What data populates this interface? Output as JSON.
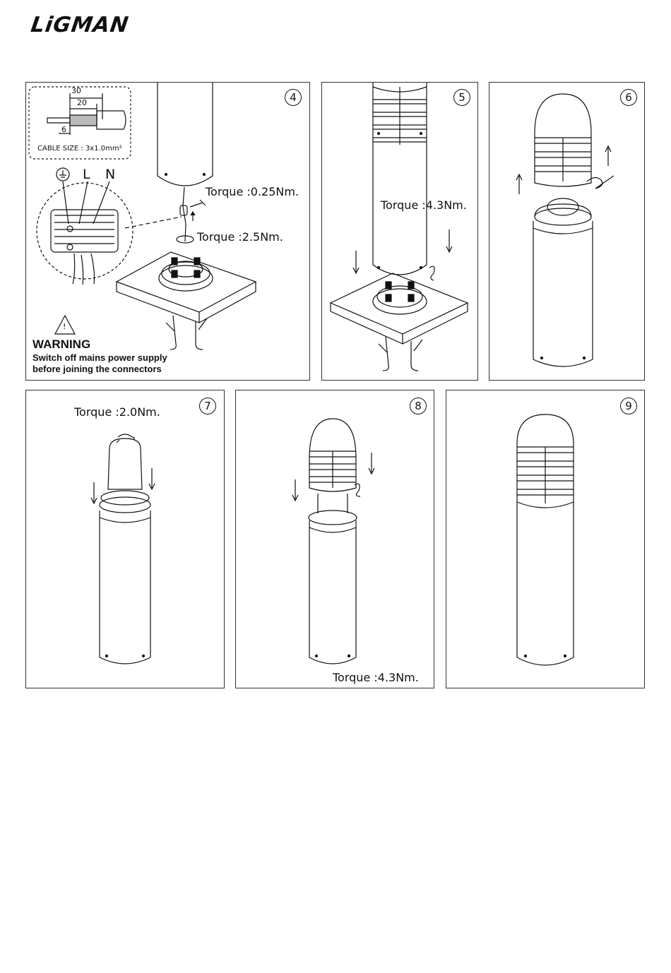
{
  "brand": {
    "logo_text": "LiGMAN"
  },
  "panels": {
    "p4": {
      "step": "4",
      "cable": {
        "dim_30": "30",
        "dim_20": "20",
        "dim_6": "6",
        "cable_size": "CABLE SIZE : 3x1.0mm²"
      },
      "terminals": {
        "l": "L",
        "n": "N"
      },
      "torque_top": "Torque :0.25Nm.",
      "torque_bottom": "Torque :2.5Nm.",
      "warning_title": "WARNING",
      "warning_line1": "Switch off mains power supply",
      "warning_line2": "before joining the connectors"
    },
    "p5": {
      "step": "5",
      "torque": "Torque :4.3Nm."
    },
    "p6": {
      "step": "6"
    },
    "p7": {
      "step": "7",
      "torque": "Torque :2.0Nm."
    },
    "p8": {
      "step": "8",
      "torque": "Torque :4.3Nm."
    },
    "p9": {
      "step": "9"
    }
  }
}
